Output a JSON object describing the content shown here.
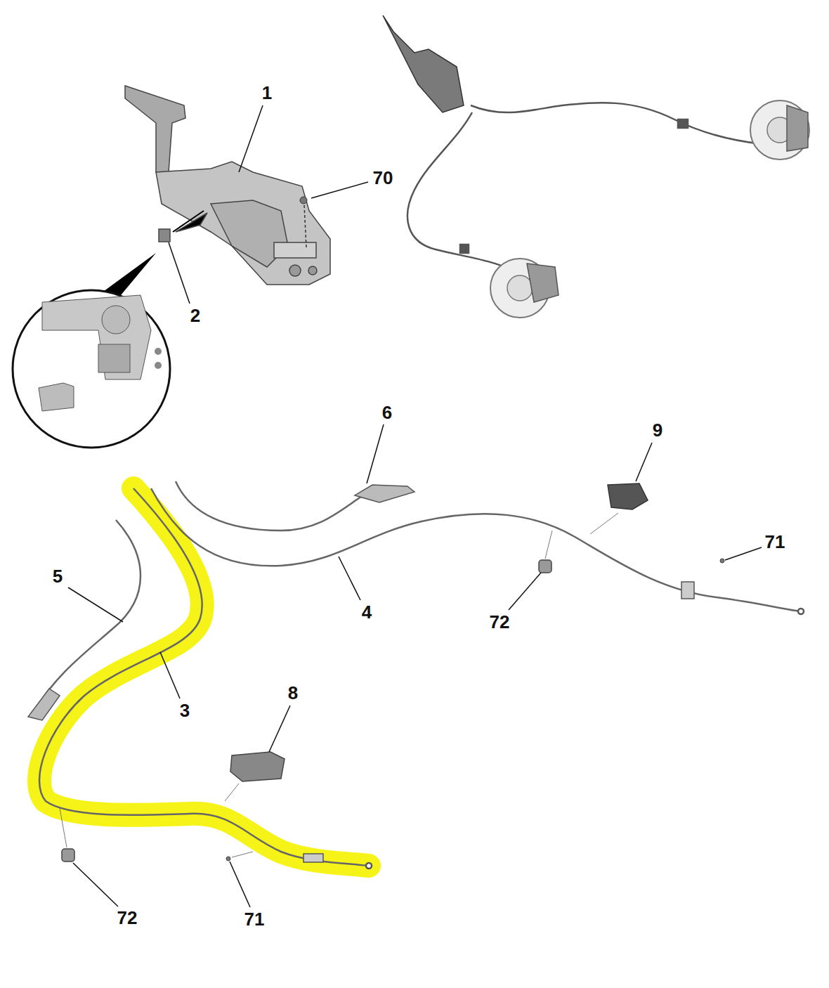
{
  "diagram": {
    "labels": [
      "1",
      "70",
      "2",
      "6",
      "9",
      "71",
      "5",
      "4",
      "72",
      "3",
      "8",
      "72",
      "71"
    ]
  }
}
